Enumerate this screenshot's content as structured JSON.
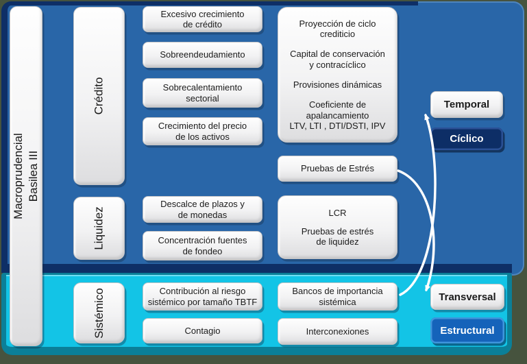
{
  "left_bar": {
    "line1": "Macroprudencial",
    "line2": "Basilea III"
  },
  "categories": {
    "credito": {
      "label": "Crédito"
    },
    "liquidez": {
      "label": "Liquidez"
    },
    "sistemico": {
      "label": "Sistémico"
    }
  },
  "risks": {
    "credito": [
      "Excesivo crecimiento\nde crédito",
      "Sobreendeudamiento",
      "Sobrecalentamiento\nsectorial",
      "Crecimiento del precio\nde los activos"
    ],
    "liquidez": [
      "Descalce de plazos y\nde monedas",
      "Concentración fuentes\nde fondeo"
    ],
    "sistemico": [
      "Contribución al riesgo\nsistémico por tamaño TBTF",
      "Contagio"
    ]
  },
  "instruments": {
    "credito": [
      "Proyección de ciclo\ncrediticio",
      "Capital de conservación\ny contracíclico",
      "Provisiones dinámicas",
      "Coeficiente de\napalancamiento\nLTV, LTI , DTI/DSTI, IPV"
    ],
    "stress": "Pruebas de Estrés",
    "liquidez": [
      "LCR",
      "Pruebas de estrés\nde liquidez"
    ],
    "sistemico": [
      "Bancos de importancia\nsistémica",
      "Interconexiones"
    ]
  },
  "dimensions": {
    "temporal": "Temporal",
    "ciclico": "Cíclico",
    "transversal": "Transversal",
    "estructural": "Estructural"
  },
  "colors": {
    "blue_panel": "#2966A8",
    "navy_frame": "#0E2F66",
    "cyan_panel": "#13C4E6",
    "teal_frame": "#0B7F98",
    "navy_badge": "#0D2E66",
    "blue_badge": "#1563BA",
    "box_face": "#F2F2F3",
    "outer_background": "#46533E",
    "arrow": "#FFFFFF"
  }
}
